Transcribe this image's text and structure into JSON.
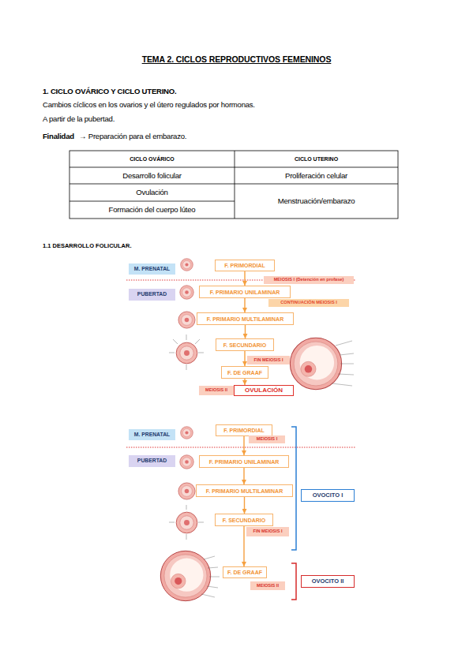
{
  "diagram": {
    "title": "TEMA 2. CICLOS REPRODUCTIVOS FEMENINOS",
    "nodes": [
      {
        "text": [
          "M. PRENATAL"
        ]
      },
      {
        "text": [
          "F. PRIMORDIAL"
        ]
      },
      {
        "text": [
          "MEIOSIS I (Detención en profase)"
        ]
      },
      {
        "text": [
          "PUBERTAD"
        ]
      },
      {
        "text": [
          "F. PRIMARIO UNILAMINAR"
        ]
      },
      {
        "text": [
          "CONTINUACIÓN MEIOSIS I"
        ]
      },
      {
        "text": [
          "F. PRIMARIO MULTILAMINAR"
        ]
      },
      {
        "text": [
          "F. SECUNDARIO"
        ]
      },
      {
        "text": [
          "FIN MEIOSIS I"
        ]
      },
      {
        "text": [
          "F. DE GRAAF"
        ]
      },
      {
        "text": [
          "MEIOSIS II"
        ]
      },
      {
        "text": [
          "OVULACIÓN"
        ]
      },
      {
        "text": [
          "M. PRENATAL"
        ]
      },
      {
        "text": [
          "F. PRIMORDIAL"
        ]
      },
      {
        "text": [
          "MEIOSIS I"
        ]
      },
      {
        "text": [
          "PUBERTAD"
        ]
      },
      {
        "text": [
          "F. PRIMARIO UNILAMINAR"
        ]
      },
      {
        "text": [
          "F. PRIMARIO MULTILAMINAR"
        ]
      },
      {
        "text": [
          "OVOCITO I"
        ]
      },
      {
        "text": [
          "F. SECUNDARIO"
        ]
      },
      {
        "text": [
          "FIN MEIOSIS I"
        ]
      },
      {
        "text": [
          "F. DE GRAAF"
        ]
      },
      {
        "text": [
          "OVOCITO II"
        ]
      },
      {
        "text": [
          "MEIOSIS II"
        ]
      }
    ],
    "edges": [
      {
        "from": 1,
        "to": 4,
        "arrow": "to"
      },
      {
        "from": 4,
        "to": 6,
        "arrow": "to"
      },
      {
        "from": 6,
        "to": 7,
        "arrow": "to"
      },
      {
        "from": 7,
        "to": 9,
        "arrow": "to"
      },
      {
        "from": 9,
        "to": 11,
        "arrow": "to"
      },
      {
        "from": 13,
        "to": 16,
        "arrow": "to"
      },
      {
        "from": 16,
        "to": 17,
        "arrow": "to"
      },
      {
        "from": 17,
        "to": 19,
        "arrow": "to"
      },
      {
        "from": 19,
        "to": 21,
        "arrow": "to"
      }
    ],
    "labels": [
      "1. CICLO OVÁRICO Y CICLO UTERINO.",
      "Cambios cíclicos en los ovarios y el útero regulados por hormonas.",
      "A partir de la pubertad.",
      "Finalidad",
      "→ Preparación para el embarazo.",
      "CICLO OVÁRICO",
      "CICLO UTERINO",
      "Desarrollo folicular",
      "Proliferación celular",
      "Ovulación",
      "Menstruación/embarazo",
      "Formación del cuerpo lúteo",
      "1.1 DESARROLLO FOLICULAR."
    ]
  }
}
